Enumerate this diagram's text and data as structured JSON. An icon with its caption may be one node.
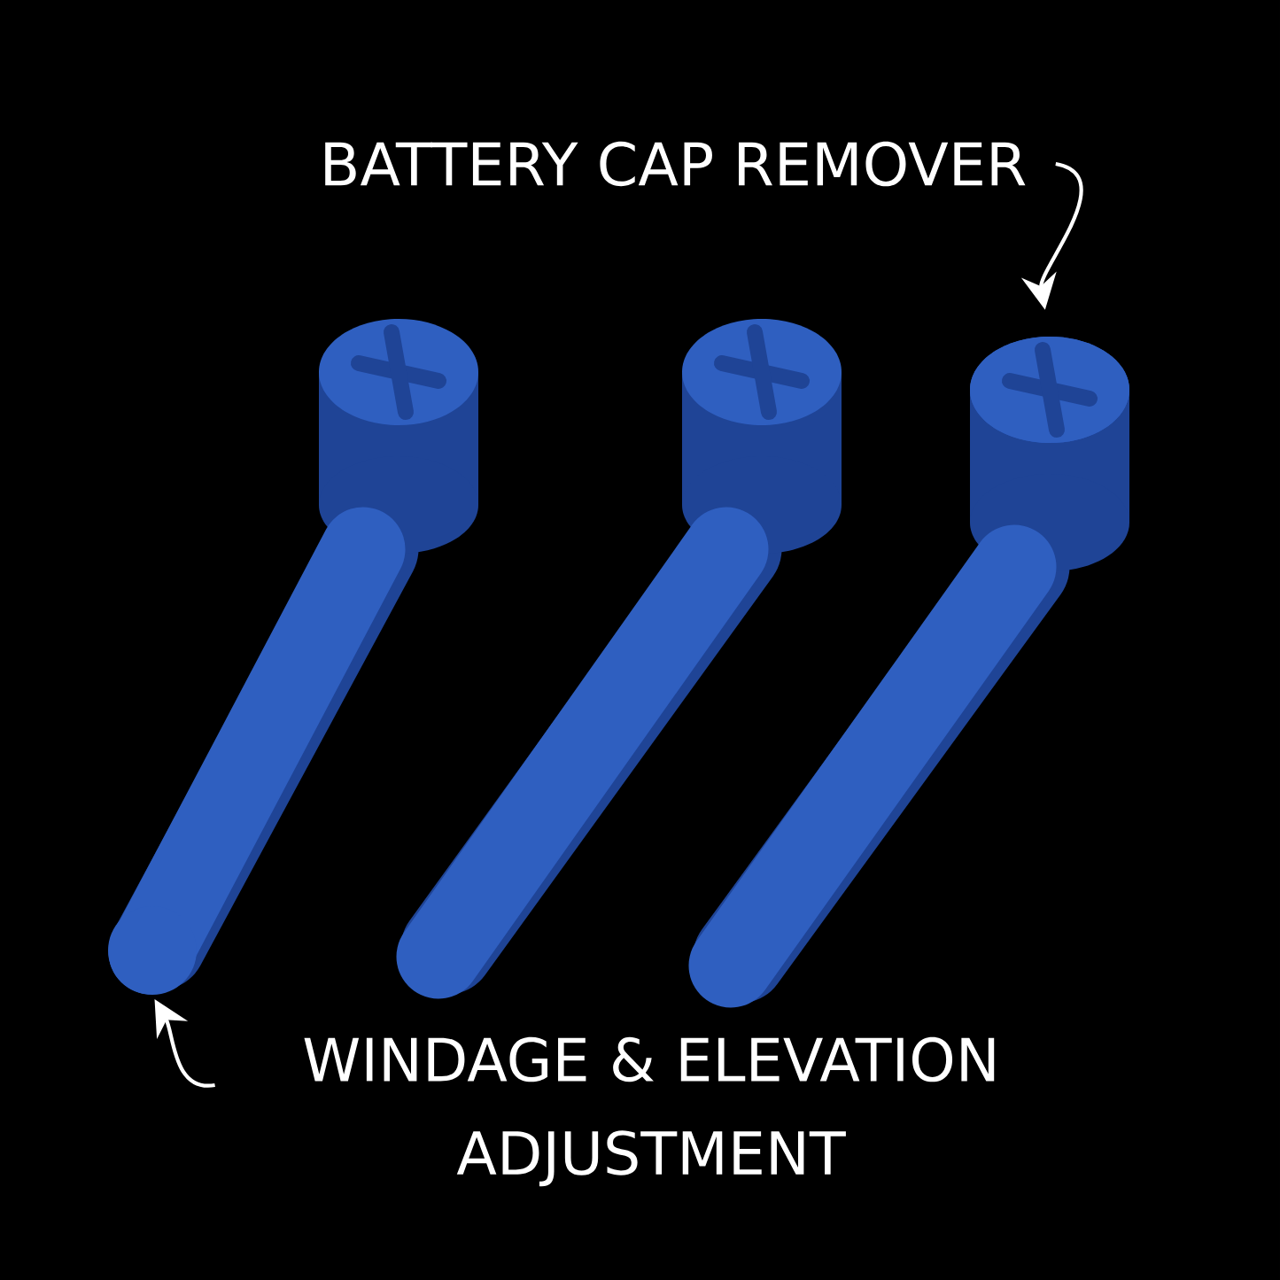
{
  "diagram": {
    "nodes": [
      {
        "text": [
          "BATTERY CAP REMOVER"
        ]
      },
      {
        "text": [],
        "shape": "picture"
      },
      {
        "text": [],
        "shape": "circle"
      },
      {
        "text": [
          "WINDAGE & ELEVATION ADJUSTMENT"
        ]
      }
    ],
    "edges": [
      {
        "from": 0,
        "to": 1,
        "arrow": "to"
      },
      {
        "from": 3,
        "to": 2,
        "arrow": "to"
      }
    ]
  }
}
